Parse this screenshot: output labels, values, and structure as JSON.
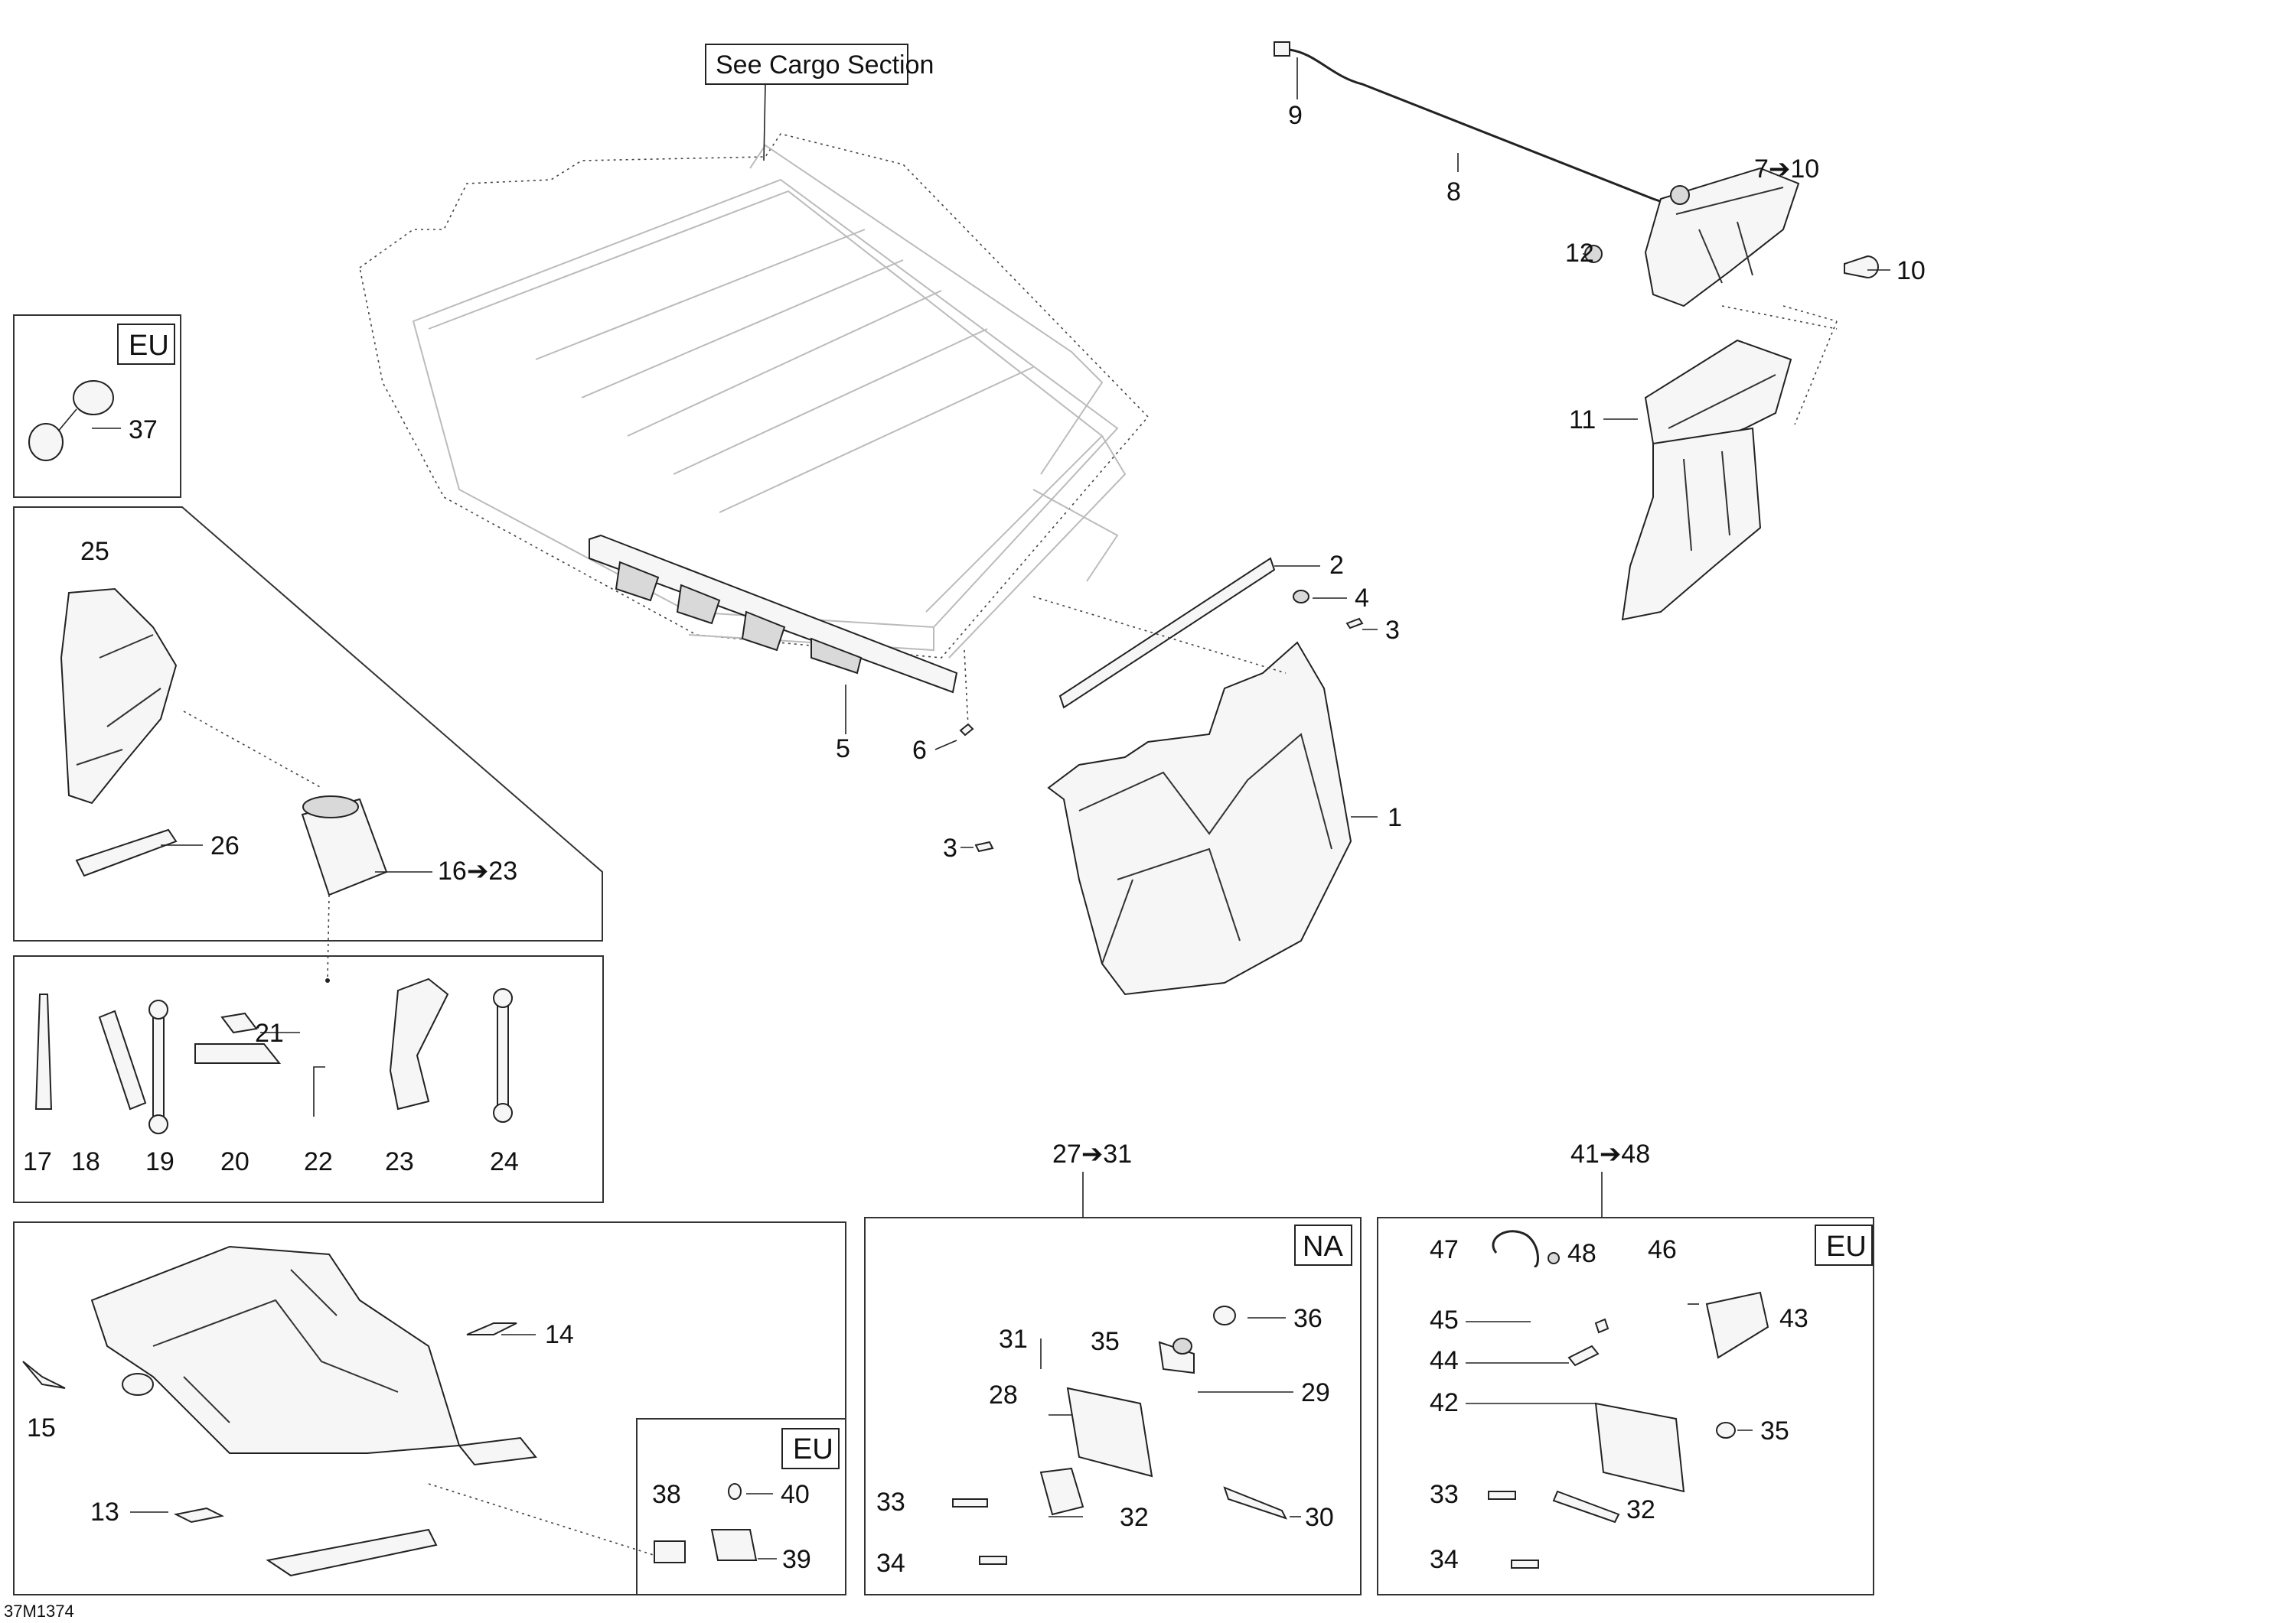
{
  "diagram": {
    "drawing_number": "37M1374",
    "see_section_note": "See Cargo Section",
    "region_tags": {
      "eu": "EU",
      "na": "NA"
    },
    "group_headers": {
      "na_kit": "27➔31",
      "eu_kit": "41➔48"
    },
    "callouts": {
      "c1": "1",
      "c2": "2",
      "c3a": "3",
      "c3b": "3",
      "c4": "4",
      "c5": "5",
      "c6": "6",
      "c7": "7➔10",
      "c8": "8",
      "c9": "9",
      "c10": "10",
      "c11": "11",
      "c12": "12",
      "c13": "13",
      "c14": "14",
      "c15": "15",
      "c16": "16➔23",
      "c17": "17",
      "c18": "18",
      "c19": "19",
      "c20": "20",
      "c21": "21",
      "c22": "22",
      "c23": "23",
      "c24": "24",
      "c25": "25",
      "c26": "26",
      "c37": "37",
      "c38": "38",
      "c39": "39",
      "c40": "40",
      "na28": "28",
      "na29": "29",
      "na30": "30",
      "na31": "31",
      "na32": "32",
      "na33": "33",
      "na34": "34",
      "na35": "35",
      "na36": "36",
      "eu32": "32",
      "eu33": "33",
      "eu34": "34",
      "eu35": "35",
      "eu42": "42",
      "eu43": "43",
      "eu44": "44",
      "eu45": "45",
      "eu46": "46",
      "eu47": "47",
      "eu48": "48"
    }
  }
}
